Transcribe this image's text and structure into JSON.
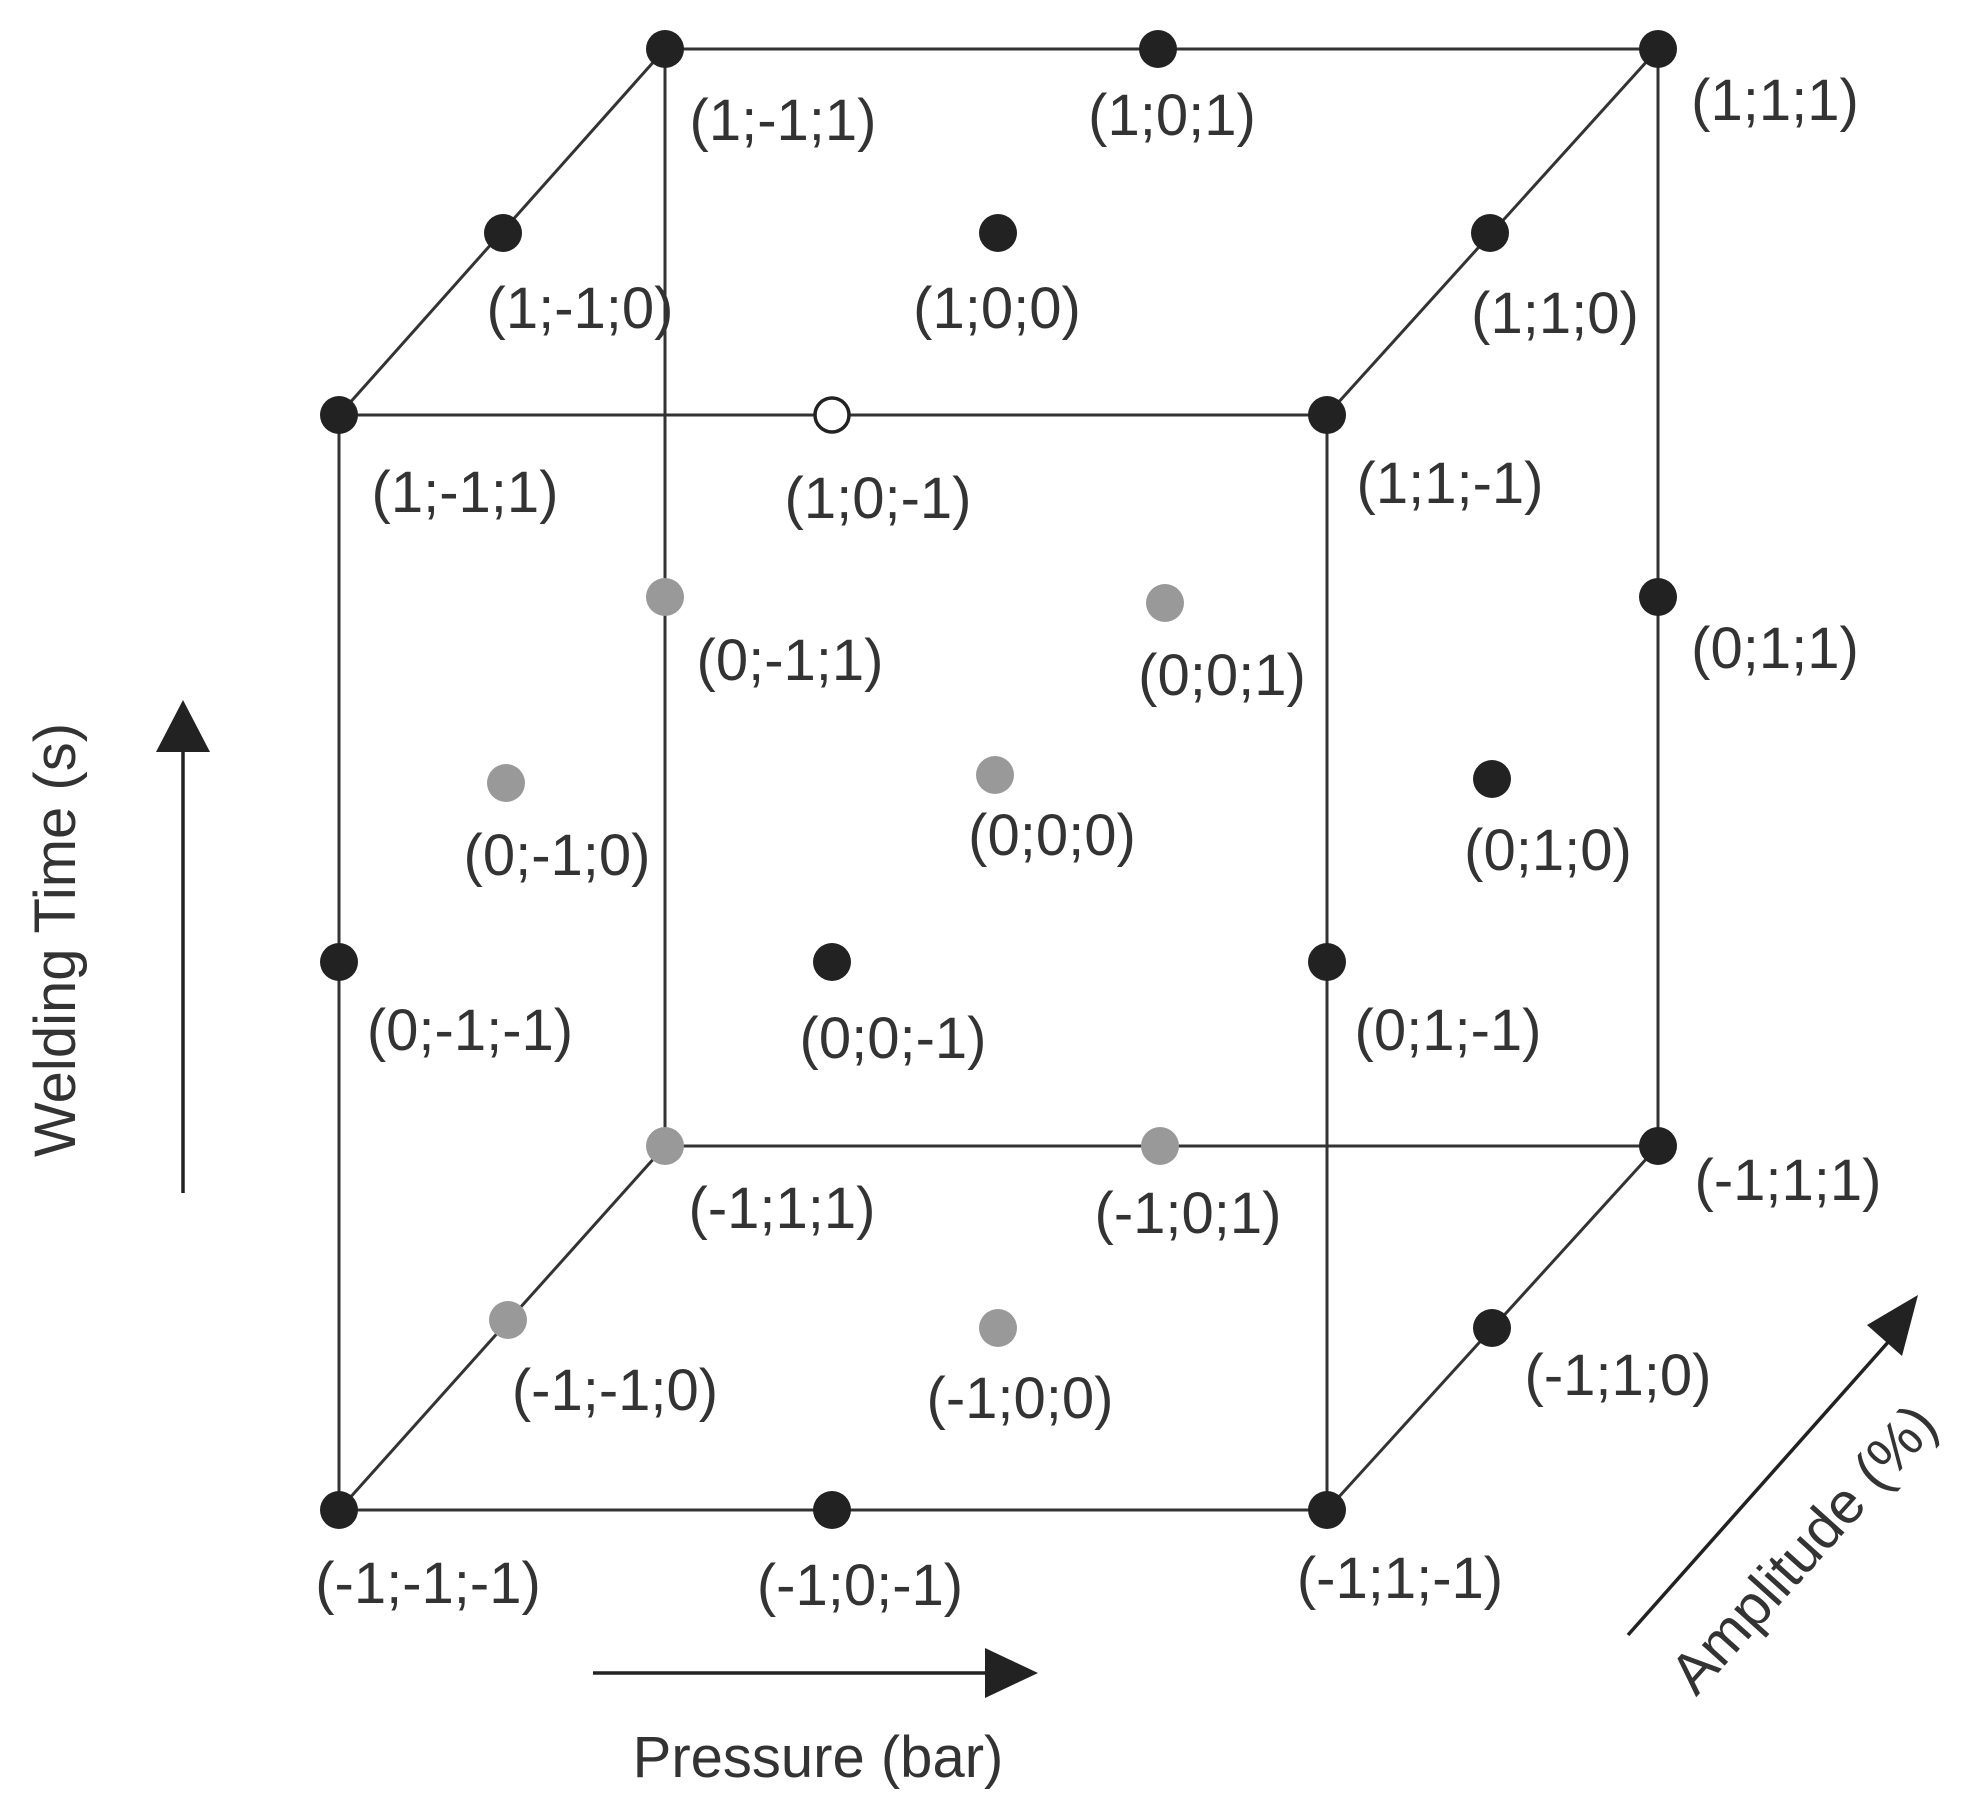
{
  "colors": {
    "edge": "#333333",
    "point_black": "#222222",
    "point_gray": "#999999",
    "point_open_fill": "#ffffff",
    "text": "#333333"
  },
  "axes": {
    "pressure": "Pressure (bar)",
    "welding_time": "Welding Time (s)",
    "amplitude": "Amplitude (%)"
  },
  "points": [
    {
      "label": "(1;-1;1)",
      "style": "black"
    },
    {
      "label": "(1;0;1)",
      "style": "black"
    },
    {
      "label": "(1;1;1)",
      "style": "black"
    },
    {
      "label": "(1;-1;0)",
      "style": "black"
    },
    {
      "label": "(1;0;0)",
      "style": "black"
    },
    {
      "label": "(1;1;0)",
      "style": "black"
    },
    {
      "label": "(1;-1;1)",
      "style": "black"
    },
    {
      "label": "(1;0;-1)",
      "style": "open"
    },
    {
      "label": "(1;1;-1)",
      "style": "black"
    },
    {
      "label": "(0;-1;1)",
      "style": "gray"
    },
    {
      "label": "(0;0;1)",
      "style": "gray"
    },
    {
      "label": "(0;1;1)",
      "style": "black"
    },
    {
      "label": "(0;-1;0)",
      "style": "gray"
    },
    {
      "label": "(0;0;0)",
      "style": "gray"
    },
    {
      "label": "(0;1;0)",
      "style": "black"
    },
    {
      "label": "(0;-1;-1)",
      "style": "black"
    },
    {
      "label": "(0;0;-1)",
      "style": "black"
    },
    {
      "label": "(0;1;-1)",
      "style": "black"
    },
    {
      "label": "(-1;1;1)",
      "style": "gray"
    },
    {
      "label": "(-1;0;1)",
      "style": "gray"
    },
    {
      "label": "(-1;1;1)",
      "style": "black"
    },
    {
      "label": "(-1;-1;0)",
      "style": "gray"
    },
    {
      "label": "(-1;0;0)",
      "style": "gray"
    },
    {
      "label": "(-1;1;0)",
      "style": "black"
    },
    {
      "label": "(-1;-1;-1)",
      "style": "black"
    },
    {
      "label": "(-1;0;-1)",
      "style": "black"
    },
    {
      "label": "(-1;1;-1)",
      "style": "black"
    }
  ]
}
